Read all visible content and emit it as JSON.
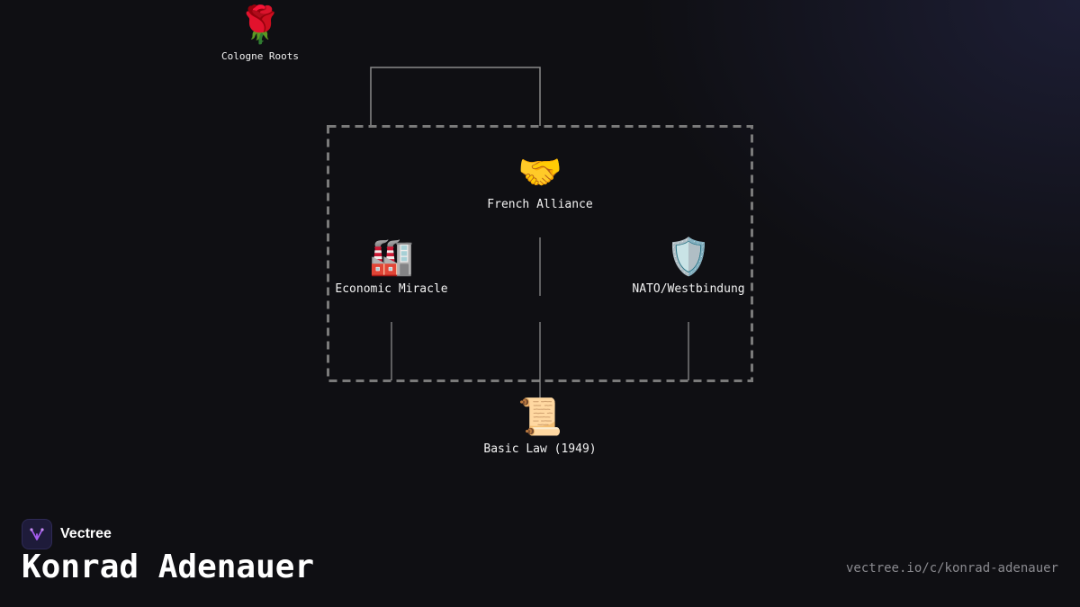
{
  "diagram": {
    "nodes": [
      {
        "id": "cologne",
        "label": "Cologne Roots",
        "icon": "rose-icon",
        "glyph": "🌹"
      },
      {
        "id": "french",
        "label": "French Alliance",
        "icon": "handshake-icon",
        "glyph": "🤝"
      },
      {
        "id": "economic",
        "label": "Economic Miracle",
        "icon": "factory-icon",
        "glyph": "🏭"
      },
      {
        "id": "nato",
        "label": "NATO/Westbindung",
        "icon": "shield-icon",
        "glyph": "🛡️"
      },
      {
        "id": "basic",
        "label": "Basic Law (1949)",
        "icon": "scroll-icon",
        "glyph": "📜"
      }
    ]
  },
  "brand": {
    "name": "Vectree",
    "icon": "vectree-logo-icon"
  },
  "title": "Konrad Adenauer",
  "url": "vectree.io/c/konrad-adenauer",
  "colors": {
    "background": "#0f0f13",
    "line": "#8a8a8a",
    "dashed_box": "#7a7a7a",
    "accent": "#a65cf0"
  }
}
